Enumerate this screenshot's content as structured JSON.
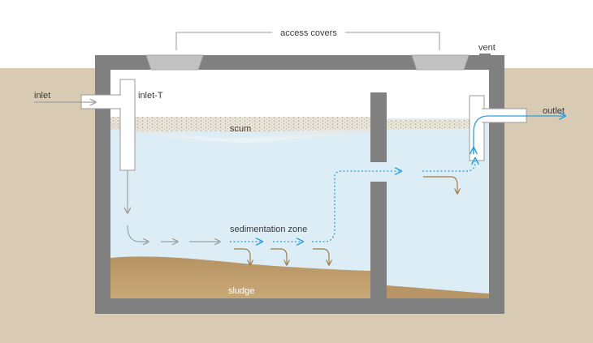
{
  "labels": {
    "access_covers": "access covers",
    "vent": "vent",
    "inlet": "inlet",
    "inlet_t": "inlet-T",
    "outlet": "outlet",
    "scum": "scum",
    "sedimentation_zone": "sedimentation zone",
    "sludge": "sludge"
  },
  "colors": {
    "soil": "#d9cbb3",
    "concrete": "#808080",
    "water": "#dcedf6",
    "air": "#ffffff",
    "sludge": "#c19f6c",
    "scum": "#e9e4d8",
    "pipe": "#ffffff",
    "pipe_outline": "#999999",
    "flow_grey": "#a0a0a0",
    "flow_blue": "#29a0dc",
    "settling_brown": "#a07c4a",
    "leader_line": "#9a9a9a"
  }
}
